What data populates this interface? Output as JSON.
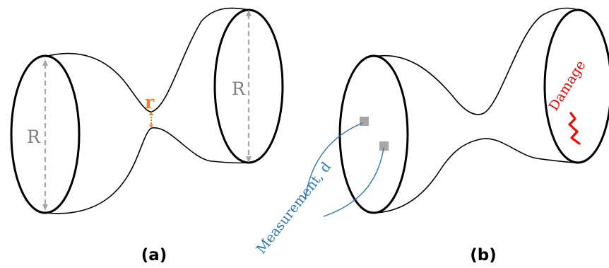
{
  "panel_a": {
    "left_radius_label": "R",
    "right_radius_label": "R",
    "neck_radius_label": "r",
    "caption": "(a)"
  },
  "panel_b": {
    "measurement_label": "Measurement, d",
    "damage_label": "Damage",
    "caption": "(b)"
  },
  "colors": {
    "outline": "#000000",
    "radius_label": "#7f7f7f",
    "radius_dashed_line": "#a6a6a6",
    "neck_accent": "#ed7d31",
    "measurement": "#2e75b6",
    "sensor": "#a6a6a6",
    "damage": "#ff0000"
  }
}
